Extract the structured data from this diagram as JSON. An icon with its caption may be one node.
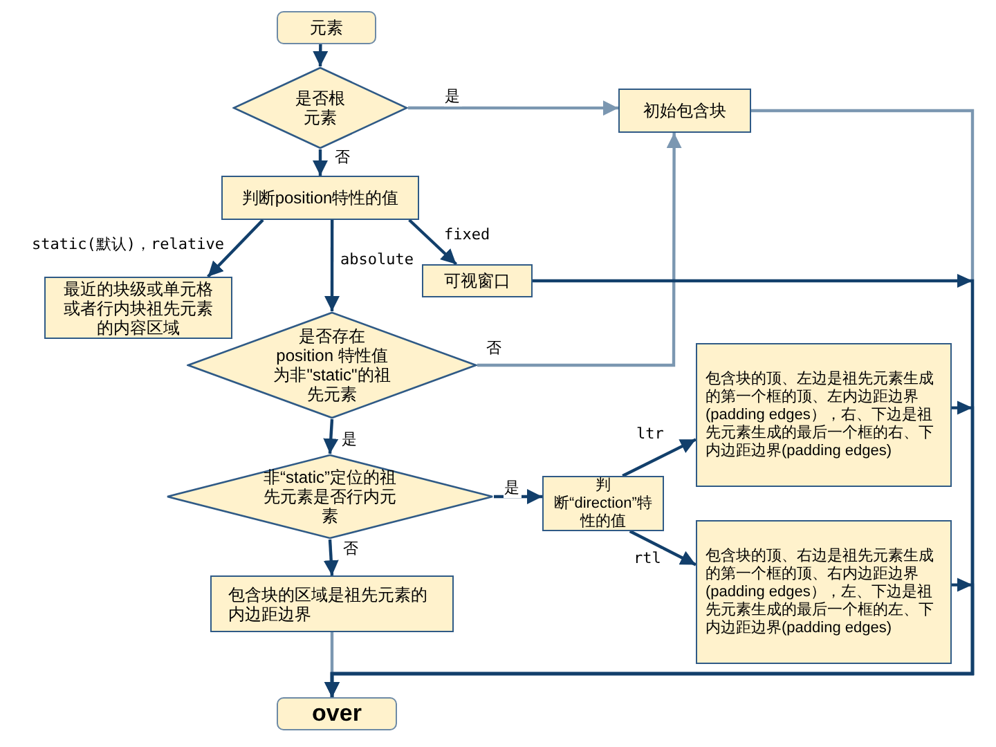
{
  "diagram": {
    "nodes": [
      {
        "text": [
          "元素"
        ]
      },
      {
        "text": [
          "是否根元素"
        ]
      },
      {
        "text": [
          "初始包含块"
        ]
      },
      {
        "text": [
          "判断position特性的值"
        ]
      },
      {
        "text": [
          "最近的块级或单元格或者行内块祖先元素的内容区域"
        ]
      },
      {
        "text": [
          "可视窗口"
        ]
      },
      {
        "text": [
          "是否存在position 特性值为非\"static\"的祖先元素"
        ]
      },
      {
        "text": [
          "包含块的顶、左边是祖先元素生成的第一个框的顶、左内边距边界(padding edges），右、下边是祖先元素生成的最后一个框的右、下内边距边界(padding edges)"
        ]
      },
      {
        "text": [
          "非“static”定位的祖先元素是否行内元素"
        ]
      },
      {
        "text": [
          "判断“direction”特性的值"
        ]
      },
      {
        "text": [
          "包含块的顶、右边是祖先元素生成的第一个框的顶、右内边距边界(padding edges），左、下边是祖先元素生成的最后一个框的左、下内边距边界(padding edges)"
        ]
      },
      {
        "text": [
          "包含块的区域是祖先元素的内边距边界"
        ]
      },
      {
        "text": [
          "over"
        ]
      }
    ],
    "edges": [
      {
        "from": 0,
        "to": 1,
        "arrow": "to"
      },
      {
        "from": 1,
        "to": 2,
        "arrow": "to",
        "label": "是",
        "color": "#7b97b1"
      },
      {
        "from": 1,
        "to": 3,
        "arrow": "to",
        "label": "否"
      },
      {
        "from": 3,
        "to": 4,
        "arrow": "to",
        "label": "static(默认)，relative"
      },
      {
        "from": 3,
        "to": 6,
        "arrow": "to",
        "label": "absolute"
      },
      {
        "from": 3,
        "to": 5,
        "arrow": "to",
        "label": "fixed"
      },
      {
        "from": 6,
        "to": 2,
        "arrow": "to",
        "label": "否",
        "color": "#7b97b1"
      },
      {
        "from": 6,
        "to": 8,
        "arrow": "to",
        "label": "是"
      },
      {
        "from": 8,
        "to": 9,
        "arrow": "to",
        "label": "是"
      },
      {
        "from": 9,
        "to": 7,
        "arrow": "to",
        "label": "ltr"
      },
      {
        "from": 9,
        "to": 10,
        "arrow": "to",
        "label": "rtl"
      },
      {
        "from": 8,
        "to": 11,
        "arrow": "to",
        "label": "否"
      },
      {
        "from": 11,
        "to": 12,
        "arrow": "to",
        "color": "#7b97b1"
      },
      {
        "from": 2,
        "to": 12,
        "arrow": "to",
        "color": "#7b97b1"
      },
      {
        "from": 5,
        "to": 12,
        "arrow": "to"
      },
      {
        "from": 7,
        "to": 12,
        "arrow": "to"
      },
      {
        "from": 10,
        "to": 12,
        "arrow": "to"
      }
    ]
  }
}
